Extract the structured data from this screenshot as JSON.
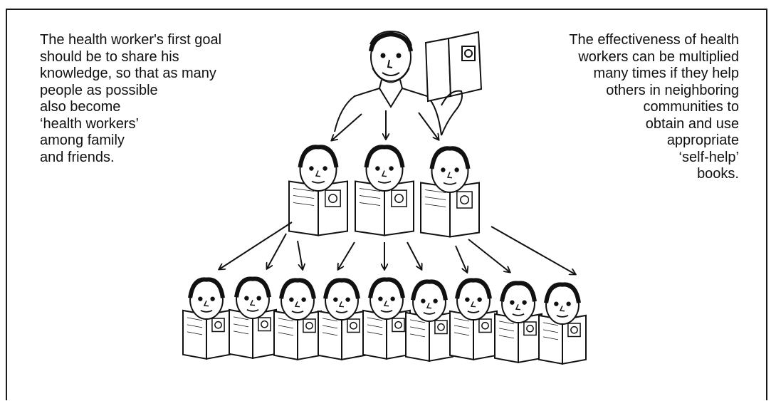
{
  "left_caption": {
    "lines": [
      "The health worker's first goal",
      "should be to share his",
      "knowledge, so that as many",
      "people as possible",
      "also become",
      "‘health workers’",
      "among family",
      "and friends."
    ]
  },
  "right_caption": {
    "lines": [
      "The effectiveness of health",
      "workers can be multiplied",
      "many times if they help",
      "others in neighboring",
      "communities to",
      "obtain and use",
      "appropriate",
      "‘self-help’",
      "books."
    ]
  },
  "colors": {
    "ink": "#111111",
    "paper": "#ffffff"
  }
}
